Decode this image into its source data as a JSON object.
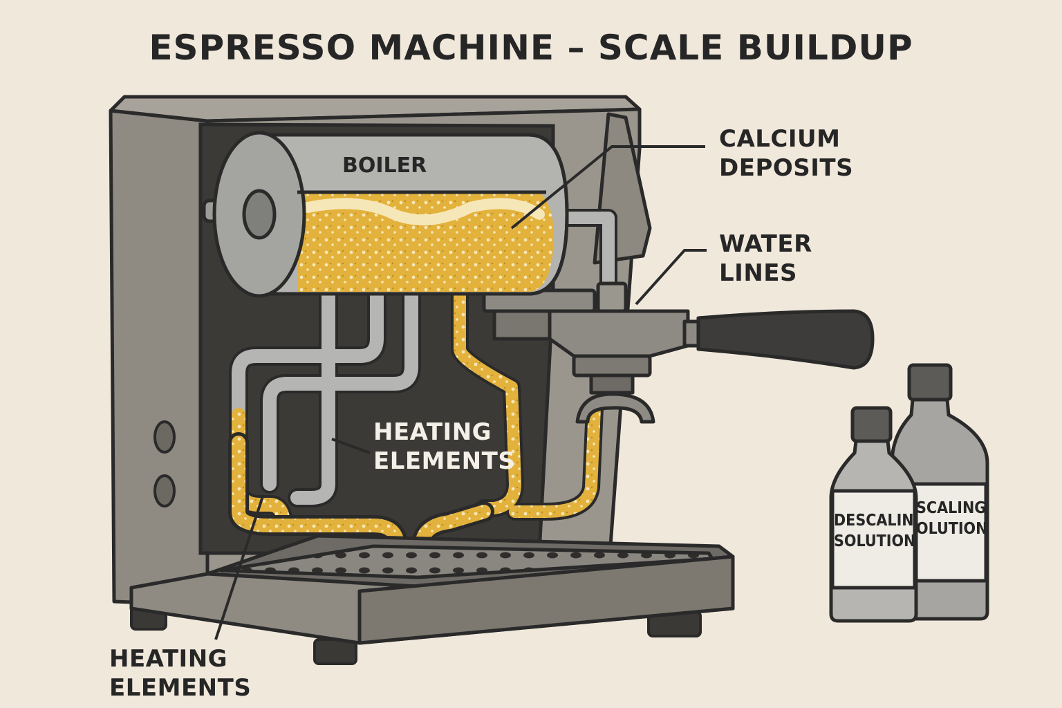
{
  "title": "ESPRESSO MACHINE – SCALE BUILDUP",
  "labels": {
    "boiler": "BOILER",
    "calcium_deposits": [
      "CALCIUM",
      "DEPOSITS"
    ],
    "water_lines": [
      "WATER",
      "LINES"
    ],
    "heating_elements_inner": [
      "HEATING",
      "ELEMENTS"
    ],
    "heating_elements_outer": [
      "HEATING",
      "ELEMENTS"
    ]
  },
  "bottles": {
    "front": [
      "DESCALING",
      "SOLUTION"
    ],
    "back": [
      "SCALING",
      "OLUTION"
    ]
  },
  "colors": {
    "background": "#f1e8dc",
    "machine_body": "#8f8a82",
    "interior": "#3b3a37",
    "scale": "#e3b23c",
    "outline": "#2a2a2a",
    "metal": "#b5b5b3"
  }
}
